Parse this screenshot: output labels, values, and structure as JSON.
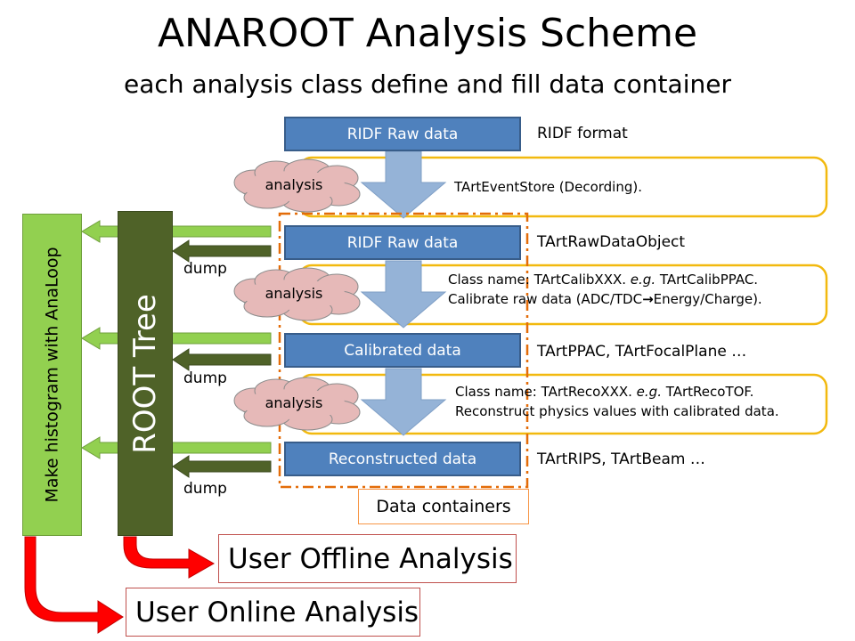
{
  "title": "ANAROOT Analysis Scheme",
  "subtitle": "each analysis class define and fill data container",
  "boxes": {
    "raw1": "RIDF Raw data",
    "raw2": "RIDF Raw data",
    "calib": "Calibrated data",
    "reco": "Reconstructed data"
  },
  "labels": {
    "ridf_format": "RIDF format",
    "raw_object": "TArtRawDataObject",
    "calib_classes": "TArtPPAC, TArtFocalPlane …",
    "reco_classes": "TArtRIPS, TArtBeam …"
  },
  "notes": {
    "event_store": "TArtEventStore  (Decording).",
    "calib_line1_a": "Class name: TArtCalibXXX. ",
    "calib_line1_eg": "e.g.",
    "calib_line1_b": " TArtCalibPPAC.",
    "calib_line2_a": "Calibrate raw data (ADC/TDC",
    "calib_line2_arrow": "→",
    "calib_line2_b": "Energy/Charge).",
    "reco_line1_a": "Class name: TArtRecoXXX.  ",
    "reco_line1_eg": "e.g.",
    "reco_line1_b": " TArtRecoTOF.",
    "reco_line2": "Reconstruct physics values with calibrated data."
  },
  "analysis_label": "analysis",
  "dump_label": "dump",
  "root_tree": "ROOT Tree",
  "histogram": "Make histogram with AnaLoop",
  "data_containers": "Data containers",
  "offline": "User Offline Analysis",
  "online": "User Online Analysis",
  "colors": {
    "blue_box": "#4f81bd",
    "arrow_blue": "#95b3d7",
    "yellow_border": "#f2b90f",
    "cloud": "#e6b9b8",
    "green_bar": "#92d050",
    "root_tree": "#4f6228",
    "red_arrow": "#ff0000",
    "dash_orange": "#e36c09"
  }
}
